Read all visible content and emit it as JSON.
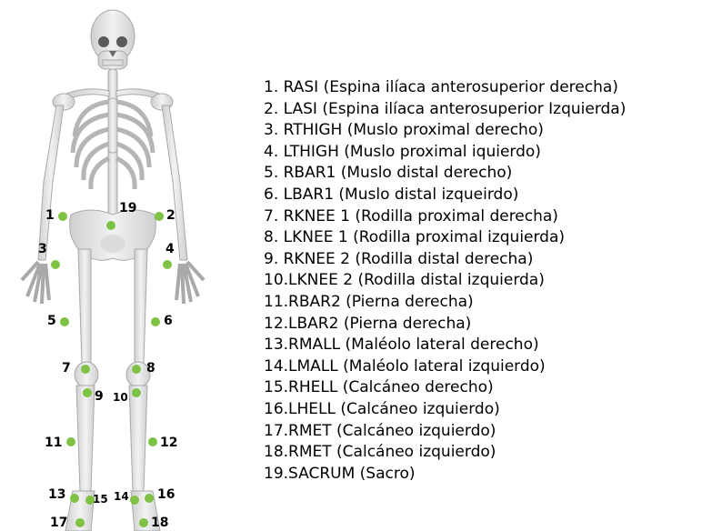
{
  "colors": {
    "marker": "#7dc242",
    "bone": "#e9e9e9",
    "bone_shade": "#c4c4c4",
    "text": "#000000"
  },
  "markers": [
    {
      "id": 1,
      "label": "1"
    },
    {
      "id": 2,
      "label": "2"
    },
    {
      "id": 3,
      "label": "3"
    },
    {
      "id": 4,
      "label": "4"
    },
    {
      "id": 5,
      "label": "5"
    },
    {
      "id": 6,
      "label": "6"
    },
    {
      "id": 7,
      "label": "7"
    },
    {
      "id": 8,
      "label": "8"
    },
    {
      "id": 9,
      "label": "9"
    },
    {
      "id": 10,
      "label": "10"
    },
    {
      "id": 11,
      "label": "11"
    },
    {
      "id": 12,
      "label": "12"
    },
    {
      "id": 13,
      "label": "13"
    },
    {
      "id": 14,
      "label": "14"
    },
    {
      "id": 15,
      "label": "15"
    },
    {
      "id": 16,
      "label": "16"
    },
    {
      "id": 17,
      "label": "17"
    },
    {
      "id": 18,
      "label": "18"
    },
    {
      "id": 19,
      "label": "19"
    }
  ],
  "legend": [
    "1. RASI (Espina ilíaca anterosuperior derecha)",
    "2. LASI (Espina ilíaca anterosuperior Izquierda)",
    "3. RTHIGH (Muslo proximal derecho)",
    "4. LTHIGH (Muslo proximal iquierdo)",
    "5. RBAR1 (Muslo distal derecho)",
    "6. LBAR1 (Muslo distal izqueirdo)",
    "7. RKNEE 1 (Rodilla proximal derecha)",
    "8. LKNEE 1 (Rodilla proximal izquierda)",
    "9. RKNEE 2 (Rodilla distal derecha)",
    "10.LKNEE 2 (Rodilla distal izquierda)",
    "11.RBAR2 (Pierna derecha)",
    "12.LBAR2 (Pierna derecha)",
    "13.RMALL (Maléolo lateral derecho)",
    "14.LMALL (Maléolo lateral izquierdo)",
    "15.RHELL (Calcáneo derecho)",
    "16.LHELL (Calcáneo izquierdo)",
    "17.RMET (Calcáneo izquierdo)",
    "18.RMET (Calcáneo izquierdo)",
    "19.SACRUM (Sacro)"
  ]
}
